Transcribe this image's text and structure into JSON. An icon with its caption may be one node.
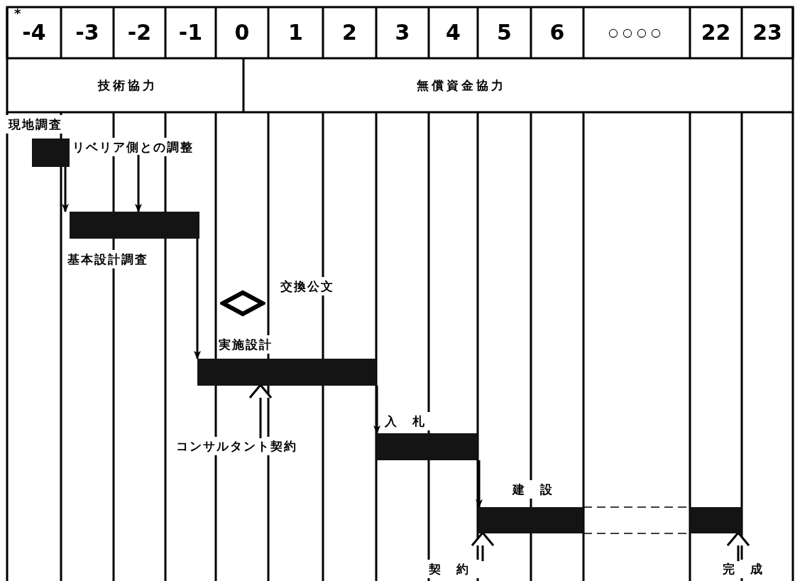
{
  "diagram": {
    "nodes": [
      {
        "text": [],
        "shape": "bar",
        "beside": [
          "現地調査"
        ]
      },
      {
        "text": [
          "リベリア側との調整"
        ]
      },
      {
        "text": [],
        "shape": "bar",
        "beside": [
          "基本設計調査"
        ]
      },
      {
        "text": [],
        "shape": "diamond",
        "beside": [
          "交換公文"
        ]
      },
      {
        "text": [],
        "shape": "bar",
        "beside": [
          "実施設計"
        ]
      },
      {
        "text": [
          "コンサルタント契約"
        ]
      },
      {
        "text": [],
        "shape": "bar",
        "beside": [
          "入札"
        ]
      },
      {
        "text": [],
        "shape": "bar",
        "beside": [
          "建設"
        ]
      },
      {
        "text": [],
        "shape": "bar"
      },
      {
        "text": [
          "契約"
        ]
      },
      {
        "text": [
          "完成"
        ]
      }
    ],
    "edges": [
      {
        "from": 0,
        "to": 2,
        "arrow": "to"
      },
      {
        "from": 1,
        "to": 2,
        "arrow": "to"
      },
      {
        "from": 2,
        "to": 4,
        "arrow": "to"
      },
      {
        "from": 4,
        "to": 6,
        "arrow": "to"
      },
      {
        "from": 6,
        "to": 7,
        "arrow": "to"
      },
      {
        "from": 5,
        "to": 4,
        "arrow": "to"
      },
      {
        "from": 9,
        "to": 7,
        "arrow": "to"
      },
      {
        "from": 10,
        "to": 8,
        "arrow": "to"
      },
      {
        "from": 7,
        "to": 8,
        "arrow": "none",
        "style": "dashed"
      }
    ],
    "labels": [
      "*",
      "-4",
      "-3",
      "-2",
      "-1",
      "0",
      "1",
      "2",
      "3",
      "4",
      "5",
      "6",
      "○○○○",
      "22",
      "23",
      "技術協力",
      "無償資金協力"
    ]
  }
}
